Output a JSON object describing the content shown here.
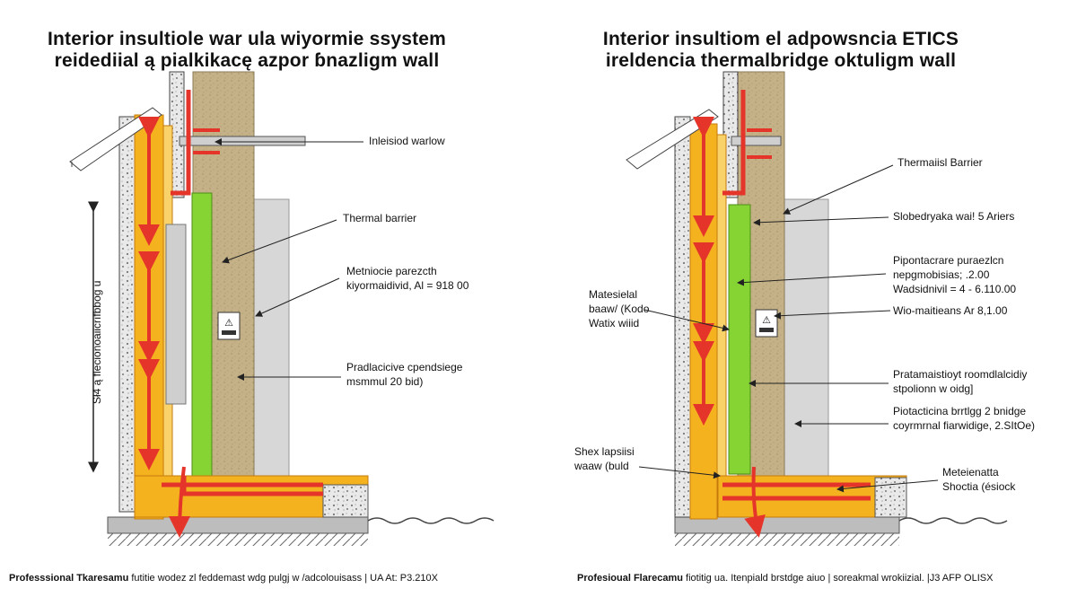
{
  "left_panel": {
    "title_line1": "Interior insultiole war ula wiyormie ssystem",
    "title_line2": "reidediial ą pialkikacę azpor ɓnazligm wall",
    "callouts": {
      "c1": "Inleisiod warlow",
      "c2": "Thermal barrier",
      "c3a": "Metniocie parezcth",
      "c3b": "kiyormaidivid, Al = 918 00",
      "c4a": "Pradlacicive cpendsiege",
      "c4b": "msmmul 20 bid)"
    },
    "vertical_label": "Sł4 ą  flecionoaiicrıfbbog  u",
    "footer_bold": "Professsional Tkaresamu",
    "footer_rest": " futitie wodez zl feddemast wdg pulgj w /adcolouisass  |  UA At: P3.210X"
  },
  "right_panel": {
    "title_line1": "Interior insultiom el adpowsncia ETICS",
    "title_line2": "ireldencia thermalbridge oktuligm wall",
    "callouts": {
      "c1": "Thermaiisl Barrier",
      "c2": "Slobedryaka wai! 5 Ariers",
      "c3a": "Pipontacrare puraezlcn",
      "c3b": "nepgmobisias;  .2.00",
      "c3c": "Wadsidnivil = 4 - 6.110.00",
      "c4": "Wio-maitieans Ar 8,1.00",
      "c5a": "Pratamaistioyt roomdlalcidiy",
      "c5b": "stpolionn w oidg]",
      "c6a": "Piotacticina brrtlgg 2 bnidge",
      "c6b": "coyrmrnal fiarwidige, 2.SItOe)",
      "c7a": "Matesielal",
      "c7b": "baaw/ (Kodo",
      "c7c": "Watix wiiid",
      "c8a": "Shex lapsiisi",
      "c8b": "waaw (buld",
      "c9a": "Meteienatta",
      "c9b": "Shoctia (ésiock"
    },
    "footer_bold": "Profesioual Flarecamu",
    "footer_rest": " fiotitig ua. Itenpiald brstdge aiuo | soreakmal wrokiizial. |J3 AFP OLISX"
  },
  "colors": {
    "arrow_red": "#e5352b",
    "insulation_yellow": "#f5b21f",
    "green_layer": "#86d334",
    "mineral_wool": "#c4b187",
    "concrete": "#c9c9c9",
    "interior_gray": "#d7d7d7"
  }
}
